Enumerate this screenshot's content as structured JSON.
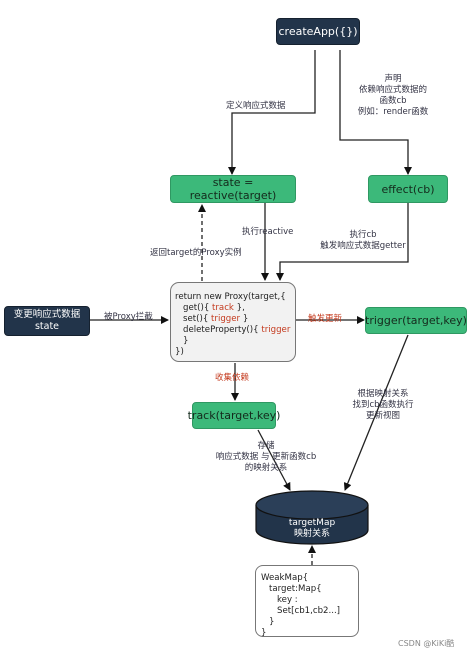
{
  "nodes": {
    "create_app": "createApp({})",
    "reactive": "state = reactive(target)",
    "effect": "effect(cb)",
    "change_state_line1": "变更响应式数据",
    "change_state_line2": "state",
    "trigger": "trigger(target,key)",
    "track": "track(target,key)",
    "target_map_line1": "targetMap",
    "target_map_line2": "映射关系"
  },
  "proxy": {
    "line1": "return new Proxy(target,{",
    "get_prefix": "get(){",
    "get_fn": "track",
    "get_suffix": "},",
    "set_prefix": "set(){",
    "set_fn": "trigger",
    "set_suffix": "}",
    "delete_prefix": "deleteProperty(){",
    "delete_fn": "trigger",
    "delete_suffix": "}",
    "close": "})"
  },
  "weakmap": {
    "line1": "WeakMap{",
    "line2": "target:Map{",
    "line3": "key : Set[cb1,cb2...]",
    "line4": "}",
    "line5": "}"
  },
  "labels": {
    "define_reactive": "定义响应式数据",
    "declare_line1": "声明",
    "declare_line2": "依赖响应式数据的",
    "declare_line3": "函数cb",
    "declare_line4": "例如：render函数",
    "exec_reactive": "执行reactive",
    "return_proxy": "返回target的Proxy实例",
    "exec_cb_line1": "执行cb",
    "exec_cb_line2": "触发响应式数据getter",
    "proxy_intercept": "被Proxy拦截",
    "trigger_update": "触发更新",
    "collect_deps": "收集依赖",
    "by_mapping_line1": "根据映射关系",
    "by_mapping_line2": "找到cb函数执行",
    "by_mapping_line3": "更新视图",
    "store_line1": "存储",
    "store_line2": "响应式数据 与 更新函数cb",
    "store_line3": "的映射关系",
    "watermark": "CSDN @KiKi酷"
  },
  "colors": {
    "dark_node": "#22344a",
    "green_node": "#3cb97a",
    "accent_red": "#c43a1e"
  }
}
